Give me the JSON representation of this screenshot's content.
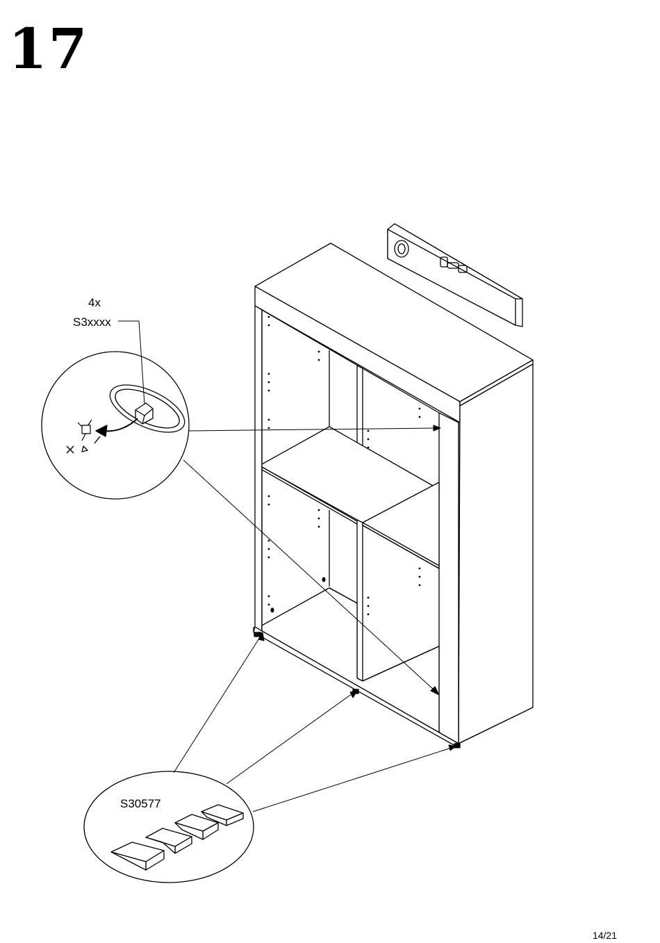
{
  "step": {
    "number": "17"
  },
  "callouts": {
    "adjuster": {
      "quantity": "4x",
      "part_code": "S3xxxx"
    },
    "shims": {
      "part_code": "S30577"
    }
  },
  "footer": {
    "page": "14/21"
  }
}
